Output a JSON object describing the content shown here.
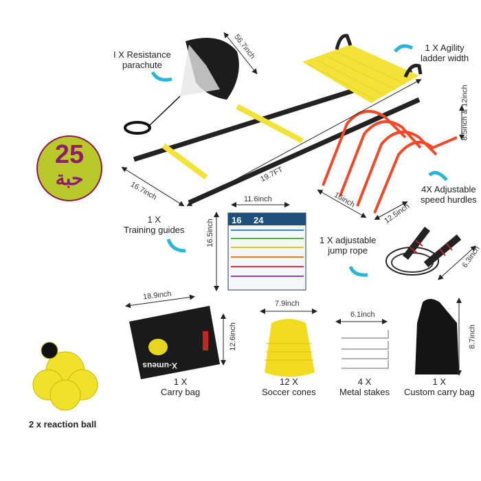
{
  "badge": {
    "count": "25",
    "unit": "حبة",
    "bg_color": "#b9c92a",
    "text_color": "#8f1d6b"
  },
  "items": {
    "parachute": {
      "label_1": "I X Resistance",
      "label_2": "parachute"
    },
    "ladder": {
      "label_1": "1 X Agility",
      "label_2": "ladder width"
    },
    "hurdles": {
      "label_1": "4X Adjustable",
      "label_2": "speed hurdles"
    },
    "guides": {
      "label_1": "1 X",
      "label_2": "Training guides"
    },
    "rope": {
      "label_1": "1 X adjustable",
      "label_2": "jump rope"
    },
    "carry_bag": {
      "label_1": "1 X",
      "label_2": "Carry bag"
    },
    "cones": {
      "label_1": "12 X",
      "label_2": "Soccer cones"
    },
    "stakes": {
      "label_1": "4 X",
      "label_2": "Metal stakes"
    },
    "custom_bag": {
      "label_1": "1 X",
      "label_2": "Custom carry bag"
    },
    "ball": {
      "label": "2 x reaction ball"
    }
  },
  "dimensions": {
    "parachute": "56.7inch",
    "ladder_length": "19.7FT",
    "ladder_width": "16.7inch",
    "hurdle_height": "8.5inch & 12inch",
    "hurdle_width": "16inch",
    "hurdle_depth": "12.5inch",
    "guide_width": "11.6inch",
    "guide_height": "16.5inch",
    "rope": "6.3inch",
    "bag_width": "18.9inch",
    "bag_height": "12.6inch",
    "cones": "7.9inch",
    "stakes": "6.1inch",
    "pouch": "8.7inch"
  },
  "poster": {
    "num_1": "16",
    "num_2": "24"
  },
  "bag_brand": "X-umeus",
  "colors": {
    "arrow": "#2bb5d8",
    "ladder": "#f2e23a",
    "hurdle": "#f04a2a",
    "cone": "#f3dc20"
  }
}
